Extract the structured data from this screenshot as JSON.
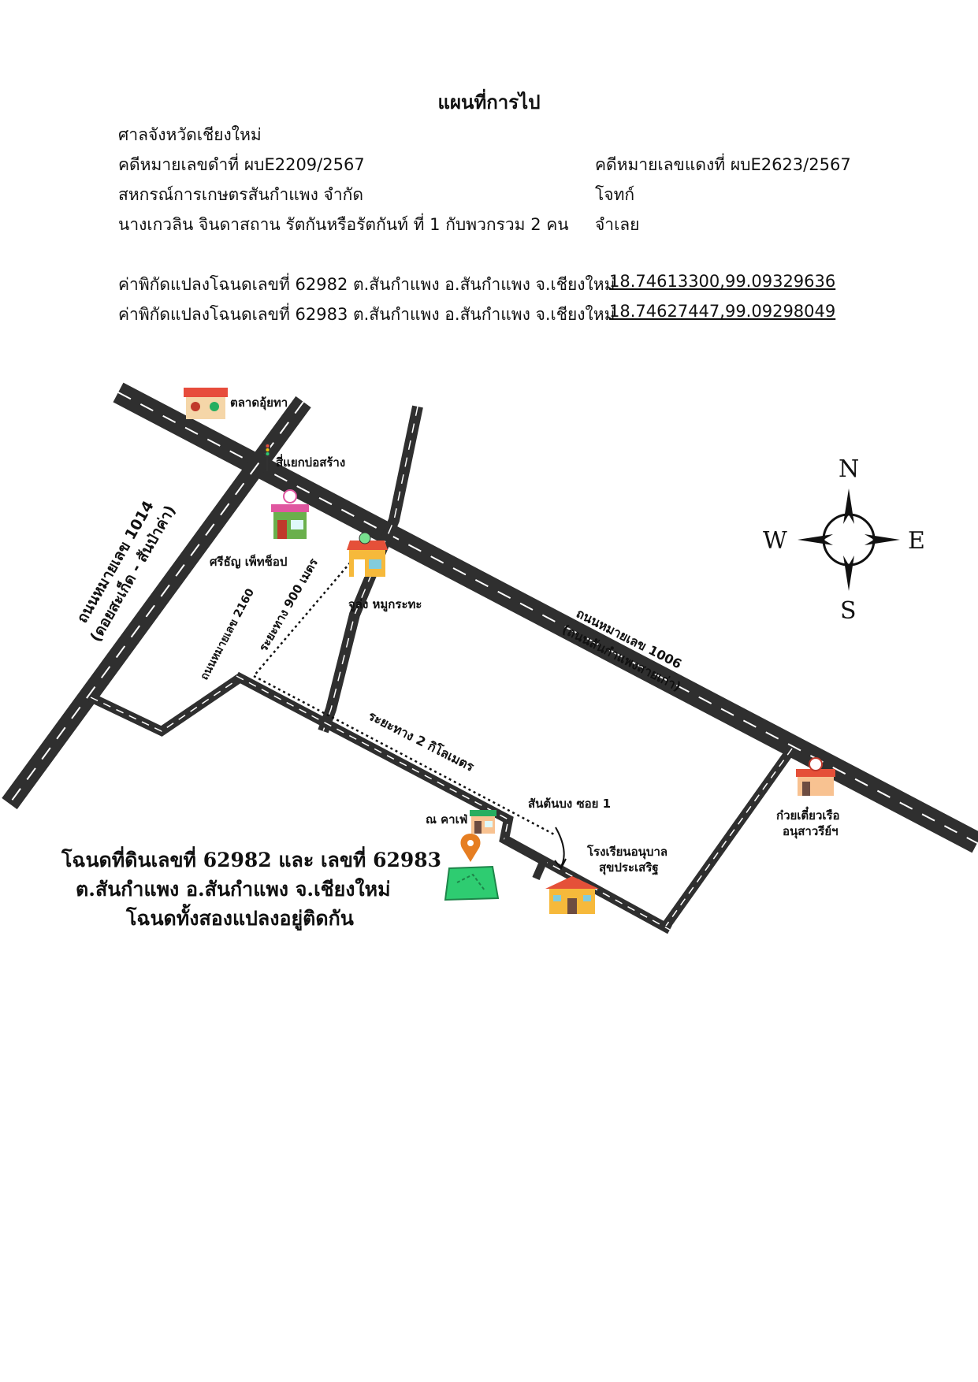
{
  "header": {
    "title": "แผนที่การไป",
    "court": "ศาลจังหวัดเชียงใหม่",
    "black_case": "คดีหมายเลขดำที่ ผบE2209/2567",
    "red_case": "คดีหมายเลขแดงที่ ผบE2623/2567",
    "plaintiff_name": "สหกรณ์การเกษตรสันกำแพง จำกัด",
    "plaintiff_role": "โจทก์",
    "defendant_name": "นางเกวลิน  จินดาสถาน รัตกันหรือรัตกันท์ ที่ 1 กับพวกรวม 2 คน",
    "defendant_role": "จำเลย"
  },
  "coordinates": [
    {
      "label": "ค่าพิกัดแปลงโฉนดเลขที่ 62982 ต.สันกำแพง อ.สันกำแพง จ.เชียงใหม่",
      "value": "18.74613300,99.09329636"
    },
    {
      "label": "ค่าพิกัดแปลงโฉนดเลขที่ 62983 ต.สันกำแพง อ.สันกำแพง จ.เชียงใหม่",
      "value": "18.74627447,99.09298049"
    }
  ],
  "map": {
    "market": "ตลาดอุ้ยทา",
    "intersection": "สี่แยกบ่อสร้าง",
    "petshop": "ศรีธัญ  เพ็ทช็อป",
    "store": "จูล่ง หมูกระทะ",
    "road_1014": "ถนนหมายเลข 1014",
    "road_1014_sub": "(ดอยสะเก็ด - สันป่าค่า)",
    "road_2160": "ถนนหมายเลข 2160",
    "road_1006": "ถนนหมายเลข 1006",
    "road_1006_sub": "(ถนนสันกำแพงสายเก่า)",
    "distance_900": "ระยะทาง 900 เมตร",
    "distance_2km": "ระยะทาง 2 กิโลเมตร",
    "soi": "สันต้นบง ซอย 1",
    "cafe": "ณ คาเฟ่",
    "school_1": "โรงเรียนอนุบาล",
    "school_2": "สุขประเสริฐ",
    "noodle_1": "ก๋วยเตี๋ยวเรือ",
    "noodle_2": "อนุสาวรีย์ฯ",
    "deed_1": "โฉนดที่ดินเลขที่ 62982 และ เลขที่ 62983",
    "deed_2": "ต.สันกำแพง อ.สันกำแพง จ.เชียงใหม่",
    "deed_3": "โฉนดทั้งสองแปลงอยู่ติดกัน",
    "compass": {
      "n": "N",
      "s": "S",
      "e": "E",
      "w": "W"
    }
  }
}
